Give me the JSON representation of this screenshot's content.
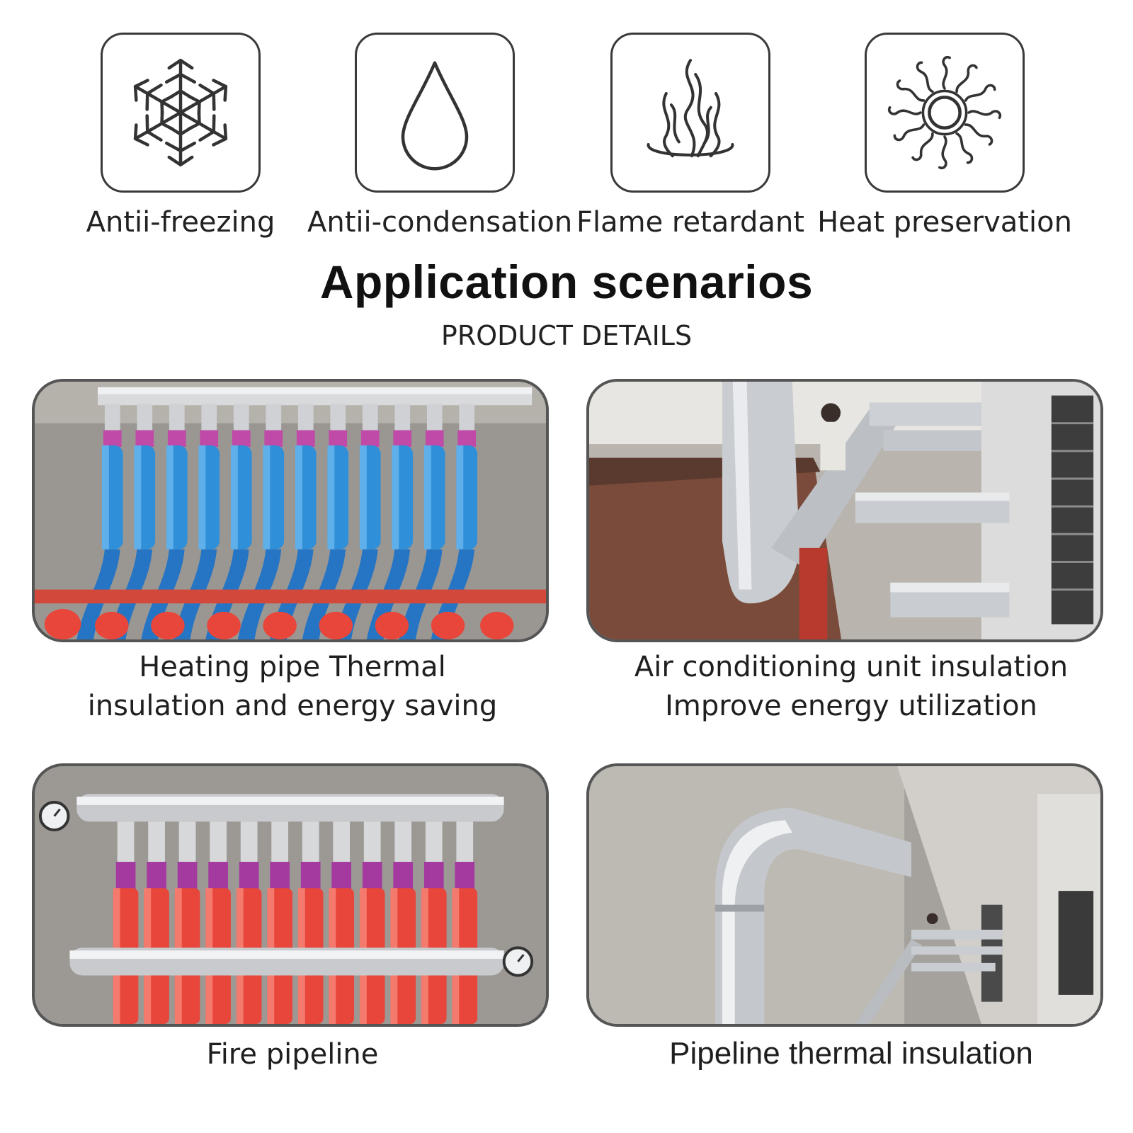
{
  "features": [
    {
      "label": "Antii-freezing",
      "icon": "snowflake-icon"
    },
    {
      "label": "Antii-condensation",
      "icon": "water-drop-icon"
    },
    {
      "label": "Flame retardant",
      "icon": "flame-icon"
    },
    {
      "label": "Heat preservation",
      "icon": "sun-icon"
    }
  ],
  "section": {
    "title": "Application scenarios",
    "subtitle": "PRODUCT DETAILS"
  },
  "scenarios": [
    {
      "lines": [
        "Heating pipe Thermal",
        "insulation and energy saving"
      ]
    },
    {
      "lines": [
        "Air conditioning unit insulation",
        "Improve energy utilization"
      ]
    },
    {
      "lines": [
        "Fire pipeline"
      ]
    },
    {
      "lines": [
        "Pipeline thermal insulation"
      ]
    }
  ],
  "colors": {
    "icon_stroke": "#3a3a3a",
    "blue_insulation": "#2f8fd8",
    "red_insulation": "#e8463a",
    "foil_silver": "#c9ccd0"
  }
}
